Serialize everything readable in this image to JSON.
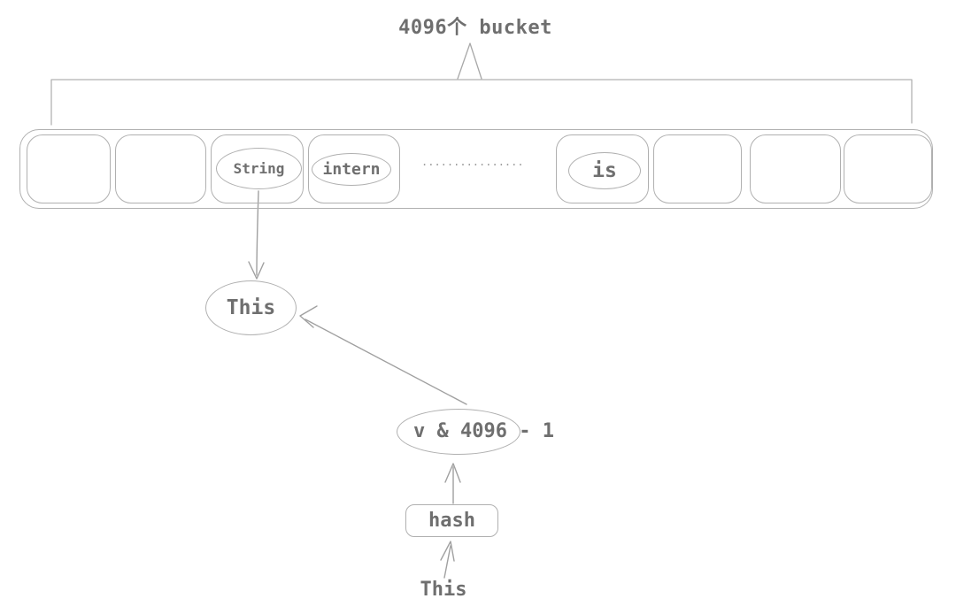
{
  "title": "4096个 bucket",
  "bucket_row": {
    "buckets": [
      {
        "label": ""
      },
      {
        "label": ""
      },
      {
        "label": "String"
      },
      {
        "label": "intern"
      },
      {
        "label": "is"
      },
      {
        "label": ""
      },
      {
        "label": ""
      },
      {
        "label": ""
      }
    ],
    "ellipsis_dots": "................"
  },
  "nodes": {
    "this_top": "This",
    "index_formula": "v & 4096 - 1",
    "hash": "hash",
    "this_bottom": "This"
  },
  "colors": {
    "shape_border": "#b0b0b0",
    "arrow_line": "#a0a0a0",
    "text": "#6f6f6f",
    "background": "#ffffff"
  }
}
